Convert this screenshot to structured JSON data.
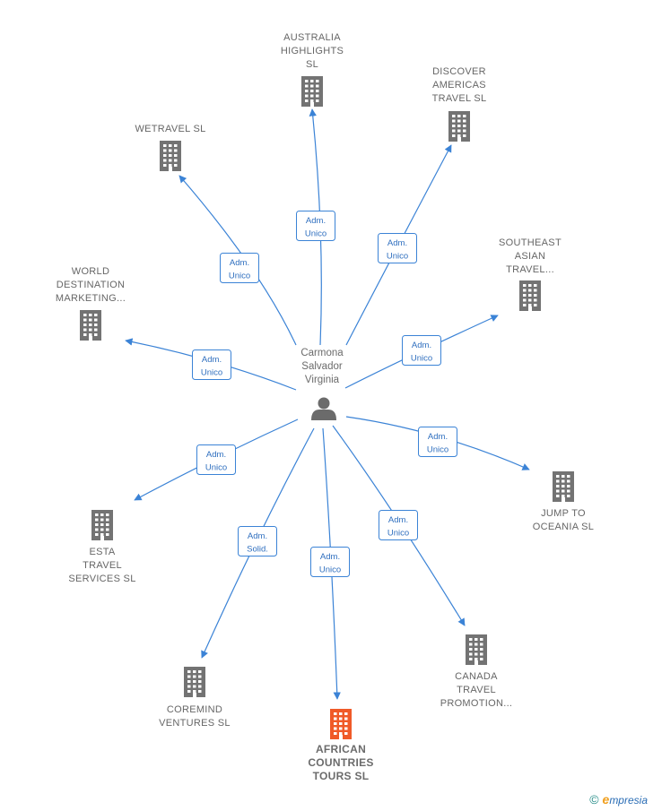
{
  "center": {
    "lines": [
      "Carmona",
      "Salvador",
      "Virginia"
    ],
    "icon": "person-icon"
  },
  "nodes": [
    {
      "id": "australia",
      "lines": [
        "AUSTRALIA",
        "HIGHLIGHTS",
        "SL"
      ],
      "highlight": false,
      "edge_label": [
        "Adm.",
        "Unico"
      ]
    },
    {
      "id": "discover",
      "lines": [
        "DISCOVER",
        "AMERICAS",
        "TRAVEL  SL"
      ],
      "highlight": false,
      "edge_label": [
        "Adm.",
        "Unico"
      ]
    },
    {
      "id": "wetravel",
      "lines": [
        "WETRAVEL  SL"
      ],
      "highlight": false,
      "edge_label": [
        "Adm.",
        "Unico"
      ]
    },
    {
      "id": "southeast",
      "lines": [
        "SOUTHEAST",
        "ASIAN",
        "TRAVEL..."
      ],
      "highlight": false,
      "edge_label": [
        "Adm.",
        "Unico"
      ]
    },
    {
      "id": "world",
      "lines": [
        "WORLD",
        "DESTINATION",
        "MARKETING..."
      ],
      "highlight": false,
      "edge_label": [
        "Adm.",
        "Unico"
      ]
    },
    {
      "id": "jump",
      "lines": [
        "JUMP TO",
        "OCEANIA  SL"
      ],
      "highlight": false,
      "edge_label": [
        "Adm.",
        "Unico"
      ]
    },
    {
      "id": "esta",
      "lines": [
        "ESTA",
        "TRAVEL",
        "SERVICES  SL"
      ],
      "highlight": false,
      "edge_label": [
        "Adm.",
        "Unico"
      ]
    },
    {
      "id": "canada",
      "lines": [
        "CANADA",
        "TRAVEL",
        "PROMOTION..."
      ],
      "highlight": false,
      "edge_label": [
        "Adm.",
        "Unico"
      ]
    },
    {
      "id": "coremind",
      "lines": [
        "COREMIND",
        "VENTURES  SL"
      ],
      "highlight": false,
      "edge_label": [
        "Adm.",
        "Solid."
      ]
    },
    {
      "id": "african",
      "lines": [
        "AFRICAN",
        "COUNTRIES",
        "TOURS  SL"
      ],
      "highlight": true,
      "edge_label": [
        "Adm.",
        "Unico"
      ]
    }
  ],
  "colors": {
    "edge": "#3b83d6",
    "building": "#737373",
    "highlight": "#f05a28"
  },
  "brand": {
    "copyright": "©",
    "initial": "e",
    "rest": "mpresia"
  }
}
